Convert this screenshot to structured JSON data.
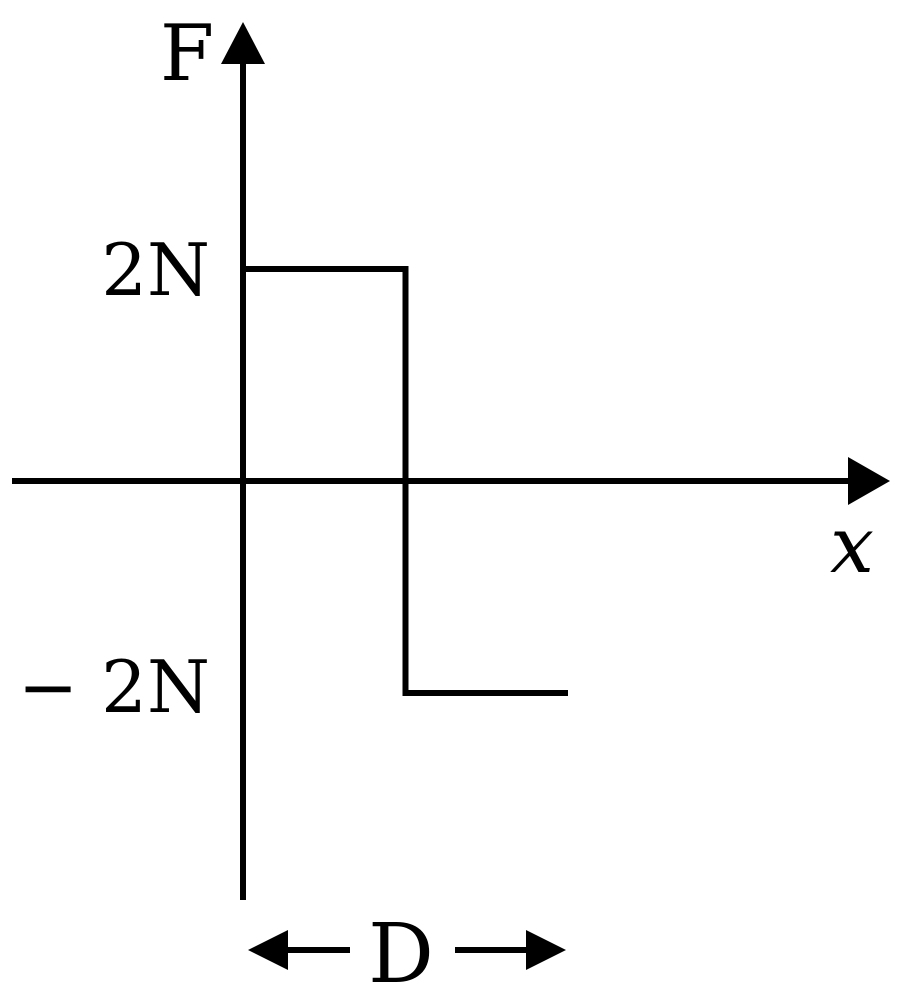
{
  "chart_data": {
    "type": "line",
    "title": "",
    "xlabel": "x",
    "ylabel": "F",
    "yticks": [
      {
        "value": 2,
        "label": "2N"
      },
      {
        "value": -2,
        "label": "− 2N"
      }
    ],
    "series": [
      {
        "x": [
          0,
          0.5,
          0.5,
          1
        ],
        "y": [
          2,
          2,
          -2,
          -2
        ]
      }
    ],
    "span_label": "D",
    "span": [
      0,
      1
    ],
    "grid": false,
    "colors": {
      "line": "#000000",
      "background": "#ffffff"
    }
  }
}
